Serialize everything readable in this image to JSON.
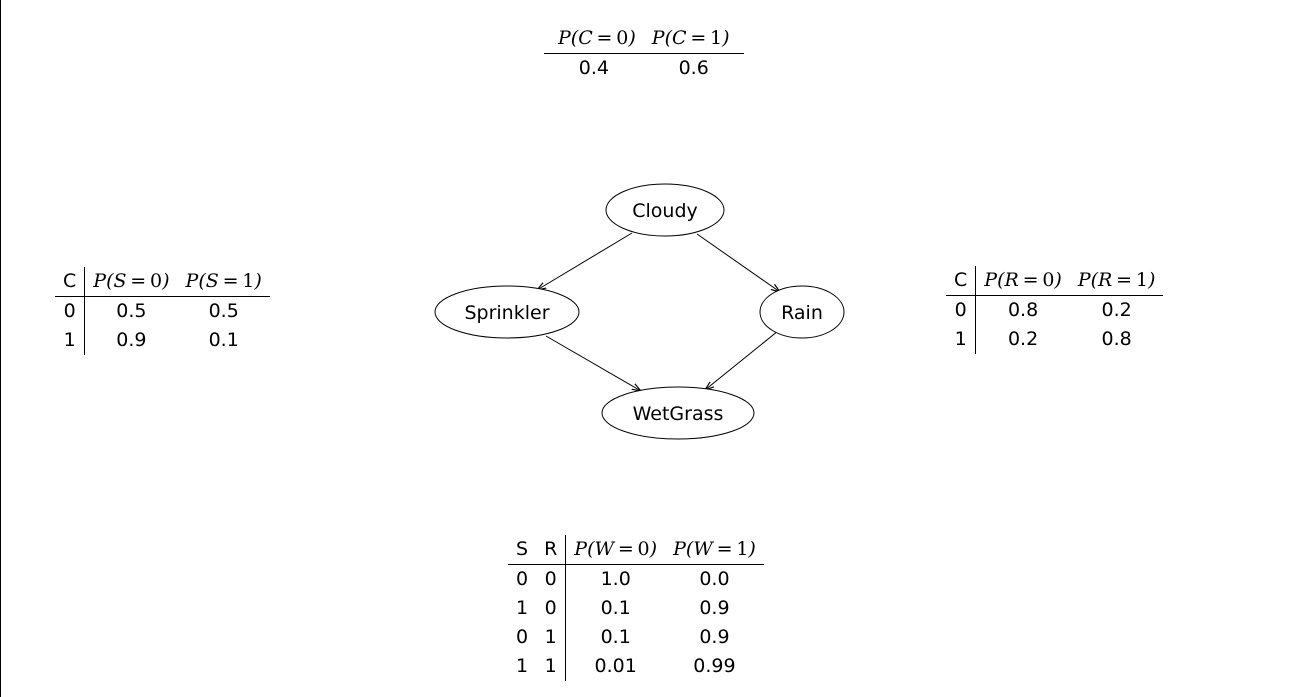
{
  "diagram": {
    "nodes": [
      {
        "id": "cloudy",
        "label": "Cloudy"
      },
      {
        "id": "sprinkler",
        "label": "Sprinkler"
      },
      {
        "id": "rain",
        "label": "Rain"
      },
      {
        "id": "wetgrass",
        "label": "WetGrass"
      }
    ],
    "edges": [
      {
        "from": "cloudy",
        "to": "sprinkler"
      },
      {
        "from": "cloudy",
        "to": "rain"
      },
      {
        "from": "sprinkler",
        "to": "wetgrass"
      },
      {
        "from": "rain",
        "to": "wetgrass"
      }
    ]
  },
  "cpt_cloudy": {
    "headers": [
      {
        "var": "C",
        "val": "0"
      },
      {
        "var": "C",
        "val": "1"
      }
    ],
    "rows": [
      [
        "0.4",
        "0.6"
      ]
    ]
  },
  "cpt_sprinkler": {
    "parents": [
      "C"
    ],
    "headers": [
      {
        "var": "S",
        "val": "0"
      },
      {
        "var": "S",
        "val": "1"
      }
    ],
    "rows": [
      {
        "parents": [
          "0"
        ],
        "probs": [
          "0.5",
          "0.5"
        ]
      },
      {
        "parents": [
          "1"
        ],
        "probs": [
          "0.9",
          "0.1"
        ]
      }
    ]
  },
  "cpt_rain": {
    "parents": [
      "C"
    ],
    "headers": [
      {
        "var": "R",
        "val": "0"
      },
      {
        "var": "R",
        "val": "1"
      }
    ],
    "rows": [
      {
        "parents": [
          "0"
        ],
        "probs": [
          "0.8",
          "0.2"
        ]
      },
      {
        "parents": [
          "1"
        ],
        "probs": [
          "0.2",
          "0.8"
        ]
      }
    ]
  },
  "cpt_wetgrass": {
    "parents": [
      "S",
      "R"
    ],
    "headers": [
      {
        "var": "W",
        "val": "0"
      },
      {
        "var": "W",
        "val": "1"
      }
    ],
    "rows": [
      {
        "parents": [
          "0",
          "0"
        ],
        "probs": [
          "1.0",
          "0.0"
        ]
      },
      {
        "parents": [
          "1",
          "0"
        ],
        "probs": [
          "0.1",
          "0.9"
        ]
      },
      {
        "parents": [
          "0",
          "1"
        ],
        "probs": [
          "0.1",
          "0.9"
        ]
      },
      {
        "parents": [
          "1",
          "1"
        ],
        "probs": [
          "0.01",
          "0.99"
        ]
      }
    ]
  }
}
